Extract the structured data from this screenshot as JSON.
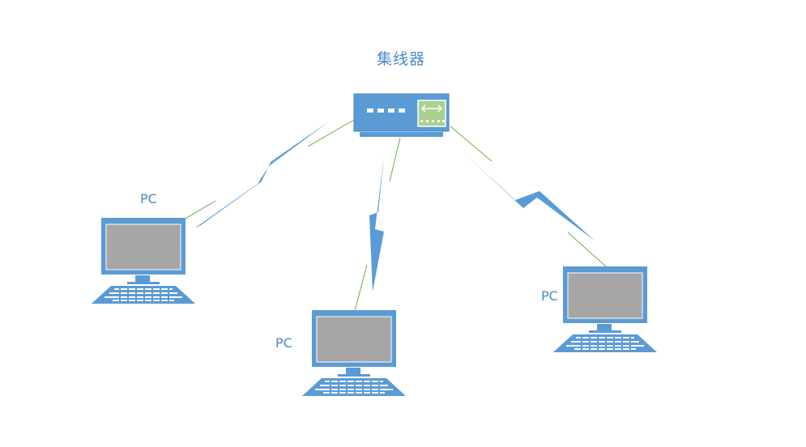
{
  "hub": {
    "label": "集线器"
  },
  "pcs": [
    {
      "label": "PC"
    },
    {
      "label": "PC"
    },
    {
      "label": "PC"
    }
  ],
  "colors": {
    "device": "#5b9bd5",
    "device_outline": "#3f7fbf",
    "screen": "#a6a6a6",
    "link_line": "#70ad47",
    "port_panel": "#a9d18e",
    "label_text": "#4a8ac8"
  },
  "icons": {
    "hub": "network-hub-icon",
    "pc": "desktop-pc-icon",
    "wireless": "lightning-bolt-icon"
  }
}
